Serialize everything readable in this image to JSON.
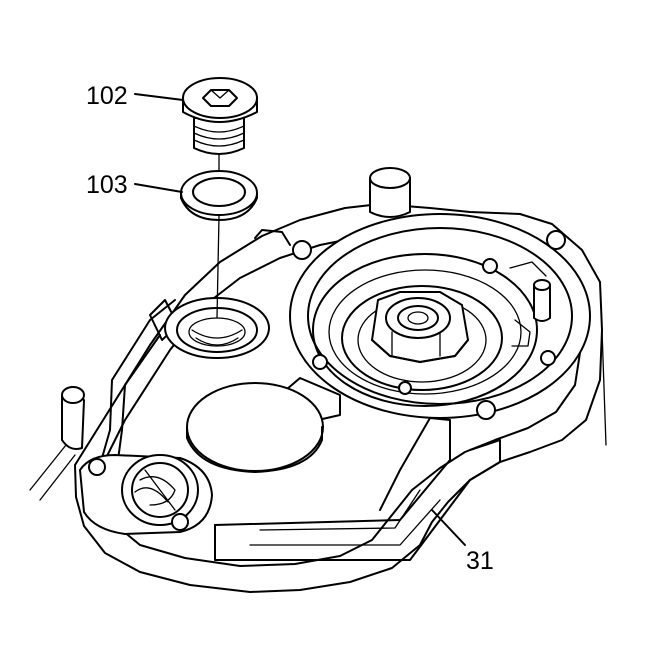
{
  "diagram": {
    "callouts": {
      "plug": "102",
      "seal": "103",
      "cover": "31"
    }
  }
}
